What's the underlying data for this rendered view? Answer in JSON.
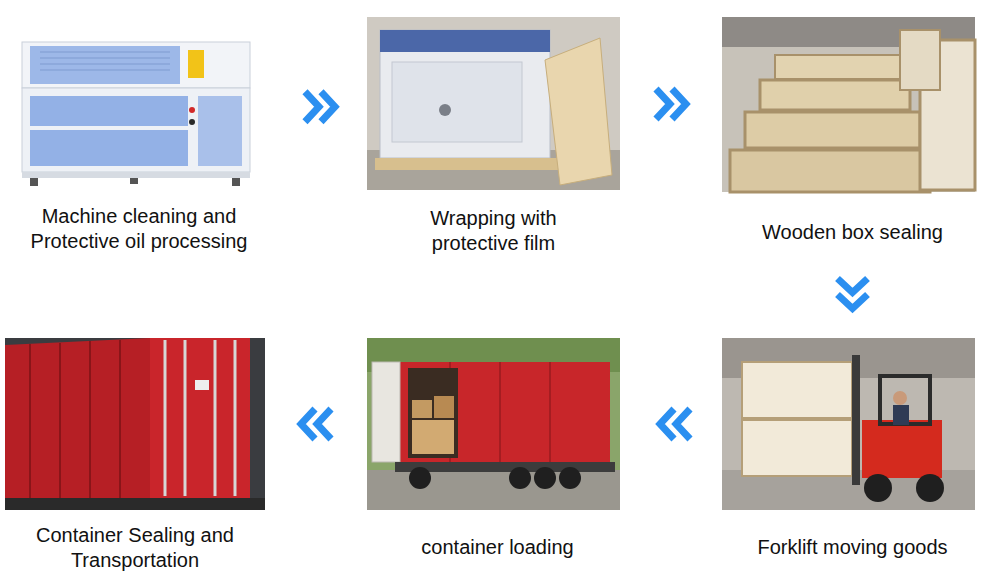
{
  "diagram": {
    "nodes": [
      {
        "text": [
          "Machine cleaning and Protective oil processing"
        ]
      },
      {
        "text": [
          "Wrapping with protective film"
        ]
      },
      {
        "text": [
          "Wooden box sealing"
        ]
      },
      {
        "text": [
          "Forklift moving goods"
        ]
      },
      {
        "text": [
          "container loading"
        ]
      },
      {
        "text": [
          "Container Sealing and Transportation"
        ]
      }
    ],
    "edges": [
      {
        "from": 0,
        "to": 1,
        "arrow": "to"
      },
      {
        "from": 1,
        "to": 2,
        "arrow": "to"
      },
      {
        "from": 2,
        "to": 3,
        "arrow": "to"
      },
      {
        "from": 3,
        "to": 4,
        "arrow": "to"
      },
      {
        "from": 4,
        "to": 5,
        "arrow": "to"
      }
    ]
  }
}
